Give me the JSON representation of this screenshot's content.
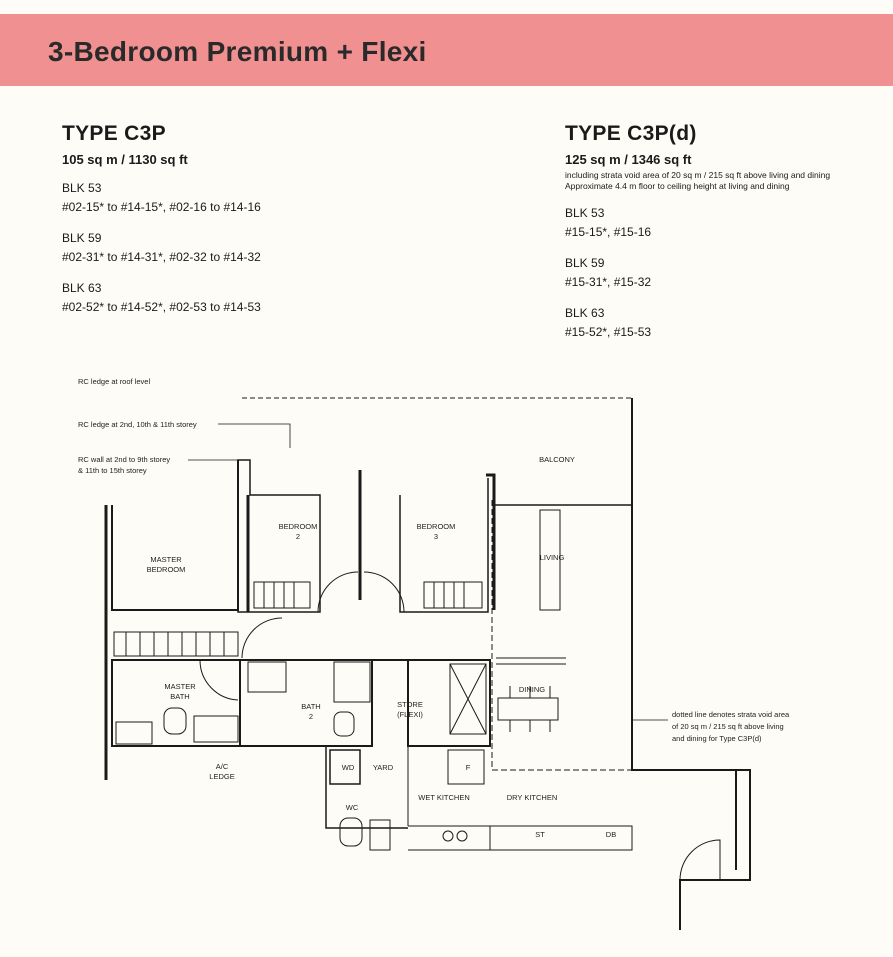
{
  "header": {
    "title": "3-Bedroom Premium + Flexi",
    "color": "#f19090"
  },
  "type_c3p": {
    "title": "TYPE C3P",
    "area": "105 sq m / 1130 sq ft",
    "blocks": [
      {
        "blk": "BLK  53",
        "units": "#02-15* to #14-15*, #02-16 to #14-16"
      },
      {
        "blk": "BLK  59",
        "units": "#02-31* to #14-31*, #02-32 to #14-32"
      },
      {
        "blk": "BLK  63",
        "units": "#02-52* to #14-52*, #02-53 to #14-53"
      }
    ]
  },
  "type_c3pd": {
    "title": "TYPE C3P(d)",
    "area": "125 sq m / 1346 sq ft",
    "note1": "including strata void area of 20 sq m / 215 sq ft above living and dining",
    "note2": "Approximate 4.4 m floor to ceiling height at living and dining",
    "blocks": [
      {
        "blk": "BLK  53",
        "units": "#15-15*, #15-16"
      },
      {
        "blk": "BLK  59",
        "units": "#15-31*, #15-32"
      },
      {
        "blk": "BLK  63",
        "units": "#15-52*, #15-53"
      }
    ]
  },
  "plan": {
    "annotations": {
      "rc_roof": "RC ledge at roof level",
      "rc_ledge": "RC ledge at 2nd, 10th & 11th storey",
      "rc_wall_1": "RC wall at 2nd to 9th storey",
      "rc_wall_2": "& 11th to 15th storey",
      "dotted_1": "dotted line denotes strata void area",
      "dotted_2": "of 20 sq m / 215 sq ft above living",
      "dotted_3": "and dining for Type C3P(d)"
    },
    "rooms": {
      "balcony": "BALCONY",
      "bedroom2_a": "BEDROOM",
      "bedroom2_b": "2",
      "bedroom3_a": "BEDROOM",
      "bedroom3_b": "3",
      "master_a": "MASTER",
      "master_b": "BEDROOM",
      "living": "LIVING",
      "master_bath_a": "MASTER",
      "master_bath_b": "BATH",
      "bath2_a": "BATH",
      "bath2_b": "2",
      "store_a": "STORE",
      "store_b": "(FLEXI)",
      "dining": "DINING",
      "ac_a": "A/C",
      "ac_b": "LEDGE",
      "wd": "WD",
      "yard": "YARD",
      "f": "F",
      "wc": "WC",
      "wet_kitchen": "WET KITCHEN",
      "dry_kitchen": "DRY KITCHEN",
      "st": "ST",
      "db": "DB"
    }
  }
}
